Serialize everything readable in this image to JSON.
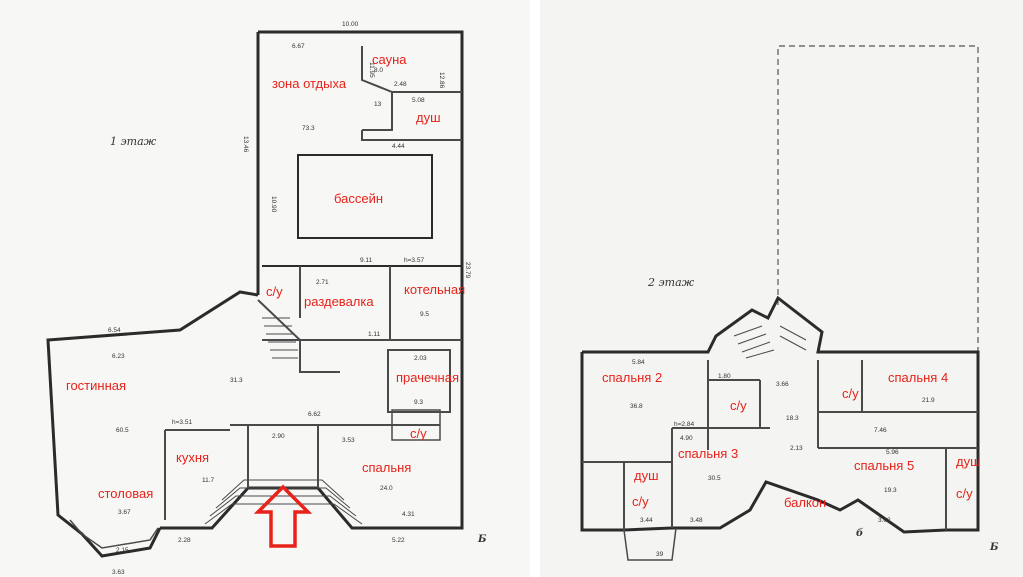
{
  "floor1": {
    "title": "1 этаж",
    "axis_mark": "Б",
    "rooms": {
      "sauna": "сауна",
      "rest_zone": "зона отдыха",
      "shower": "душ",
      "pool": "бассейн",
      "wc": "с/у",
      "changing_room": "раздевалка",
      "boiler_room": "котельная",
      "living_room": "гостинная",
      "laundry": "прачечная",
      "wc2": "с/у",
      "kitchen": "кухня",
      "dining_room": "столовая",
      "bedroom": "спальня"
    },
    "dimensions": {
      "d_total_width": "10.00",
      "d_667": "6.67",
      "d_sauna_area": "8.0",
      "d_248": "2.48",
      "d_1286": "12.86",
      "d_1195": "11.95",
      "d_13": "13",
      "d_508": "5.08",
      "d_rest_area": "73.3",
      "d_444": "4.44",
      "d_1090": "10.90",
      "d_1346": "13.46",
      "d_911": "9.11",
      "d_h357": "h=3.57",
      "d_2379": "23.79",
      "d_271": "2.71",
      "d_boiler_area": "9.5",
      "d_111": "1.11",
      "d_654": "6.54",
      "d_623": "6.23",
      "d_313": "31.3",
      "d_203": "2.03",
      "d_living_area": "60.5",
      "d_h351": "h=3.51",
      "d_laundry_area": "9.3",
      "d_662": "6.62",
      "d_kitchen_area": "11.7",
      "d_290": "2.90",
      "d_353": "3.53",
      "d_bedroom_area": "24.0",
      "d_dining_area": "3.67",
      "d_215": "2.15",
      "d_228": "2.28",
      "d_522": "5.22",
      "d_363": "3.63",
      "d_431": "4.31"
    }
  },
  "floor2": {
    "title": "2 этаж",
    "axis_mark_b": "б",
    "axis_mark_B": "Б",
    "rooms": {
      "bedroom2": "спальня 2",
      "wc": "с/у",
      "wc2": "с/у",
      "bedroom4": "спальня 4",
      "bedroom3": "спальня 3",
      "shower": "душ",
      "wc3": "с/у",
      "balcony": "балкон",
      "bedroom5": "спальня 5",
      "shower2": "душ",
      "wc4": "с/у"
    },
    "dimensions": {
      "d_584": "5.84",
      "d_bedroom2_area": "36.8",
      "d_366": "3.66",
      "d_180": "1.80",
      "d_hall_area": "18.3",
      "d_bedroom4_area": "21.9",
      "d_746": "7.46",
      "d_h284": "h=2.84",
      "d_490": "4.90",
      "d_213": "2.13",
      "d_596": "5.96",
      "d_bedroom3_area": "30.5",
      "d_bedroom5_area": "19.3",
      "d_344": "3.44",
      "d_348": "3.48",
      "d_302": "3.02",
      "d_39": "39"
    }
  },
  "colors": {
    "label": "#e8221a",
    "wall": "#2b2b2b",
    "arrow": "#e8221a",
    "background": "#ffffff",
    "paper": "#f7f7f5"
  }
}
